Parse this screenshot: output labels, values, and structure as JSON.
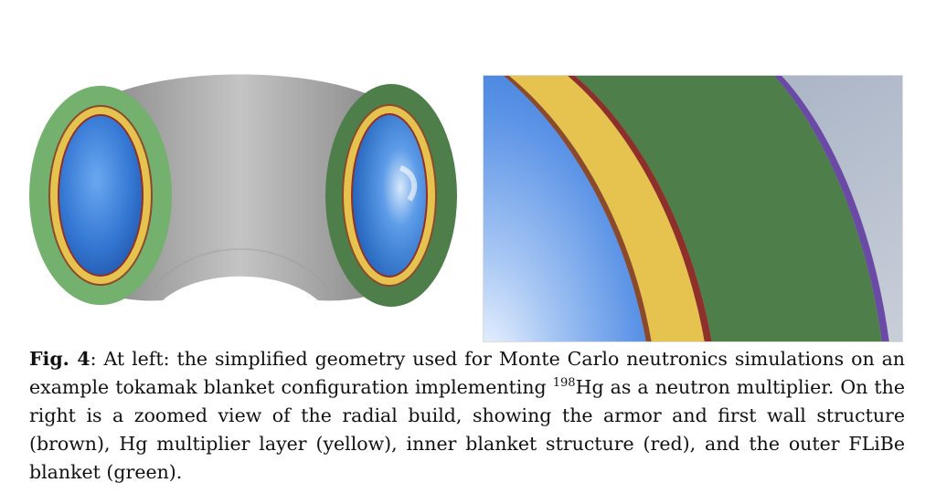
{
  "figure": {
    "label": "Fig. 4",
    "separator": ":",
    "caption_part1": " At left: the simplified geometry used for Monte Carlo neutronics simulations on an example tokamak blanket configuration implementing ",
    "isotope_mass": "198",
    "isotope_symbol": "Hg",
    "caption_part2": " as a neutron multiplier. On the right is a zoomed view of the radial build, showing the armor and first wall structure (brown), Hg multiplier layer (yellow), inner blanket structure (red), and the outer FLiBe blanket (green)."
  },
  "colors": {
    "plasma_blue": "#3d86e0",
    "armor_brown": "#8b4a2b",
    "hg_yellow": "#e6c24f",
    "inner_structure_red": "#8e2f2a",
    "flibe_green": "#4e7f4b",
    "flibe_green_light": "#74b06e",
    "outer_purple": "#6a4aa5",
    "shell_gray": "#8c8c8c"
  }
}
